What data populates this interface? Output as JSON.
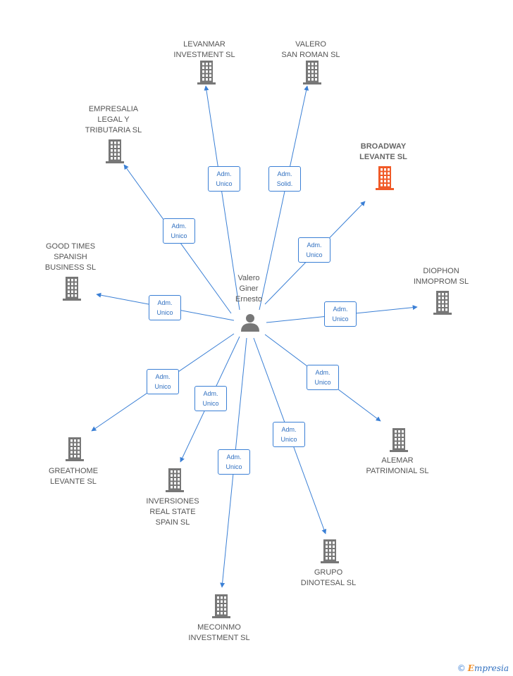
{
  "person": {
    "name": "Valero\nGiner\nErnesto"
  },
  "colors": {
    "edge": "#3a7fd5",
    "building": "#777777",
    "highlight": "#f05a28"
  },
  "companies": [
    {
      "id": "levanmar",
      "name": "LEVANMAR\nINVESTMENT SL",
      "highlight": false
    },
    {
      "id": "valero",
      "name": "VALERO\nSAN ROMAN SL",
      "highlight": false
    },
    {
      "id": "empresalia",
      "name": "EMPRESALIA\nLEGAL Y\nTRIBUTARIA SL",
      "highlight": false
    },
    {
      "id": "broadway",
      "name": "BROADWAY\nLEVANTE SL",
      "highlight": true
    },
    {
      "id": "goodtimes",
      "name": "GOOD TIMES\nSPANISH\nBUSINESS  SL",
      "highlight": false
    },
    {
      "id": "diophon",
      "name": "DIOPHON\nINMOPROM SL",
      "highlight": false
    },
    {
      "id": "greathome",
      "name": "GREATHOME\nLEVANTE SL",
      "highlight": false
    },
    {
      "id": "inversiones",
      "name": "INVERSIONES\nREAL STATE\nSPAIN SL",
      "highlight": false
    },
    {
      "id": "alemar",
      "name": "ALEMAR\nPATRIMONIAL SL",
      "highlight": false
    },
    {
      "id": "grupo",
      "name": "GRUPO\nDINOTESAL SL",
      "highlight": false
    },
    {
      "id": "mecoinmo",
      "name": "MECOINMO\nINVESTMENT SL",
      "highlight": false
    }
  ],
  "relations": [
    {
      "to": "levanmar",
      "label": "Adm.\nUnico"
    },
    {
      "to": "valero",
      "label": "Adm.\nSolid."
    },
    {
      "to": "empresalia",
      "label": "Adm.\nUnico"
    },
    {
      "to": "broadway",
      "label": "Adm.\nUnico"
    },
    {
      "to": "goodtimes",
      "label": "Adm.\nUnico"
    },
    {
      "to": "diophon",
      "label": "Adm.\nUnico"
    },
    {
      "to": "greathome",
      "label": "Adm.\nUnico"
    },
    {
      "to": "inversiones",
      "label": "Adm.\nUnico"
    },
    {
      "to": "alemar",
      "label": "Adm.\nUnico"
    },
    {
      "to": "grupo",
      "label": "Adm.\nUnico"
    },
    {
      "to": "mecoinmo",
      "label": "Adm.\nUnico"
    }
  ],
  "footer": {
    "copyright": "©",
    "brand_initial": "E",
    "brand_rest": "mpresia"
  }
}
